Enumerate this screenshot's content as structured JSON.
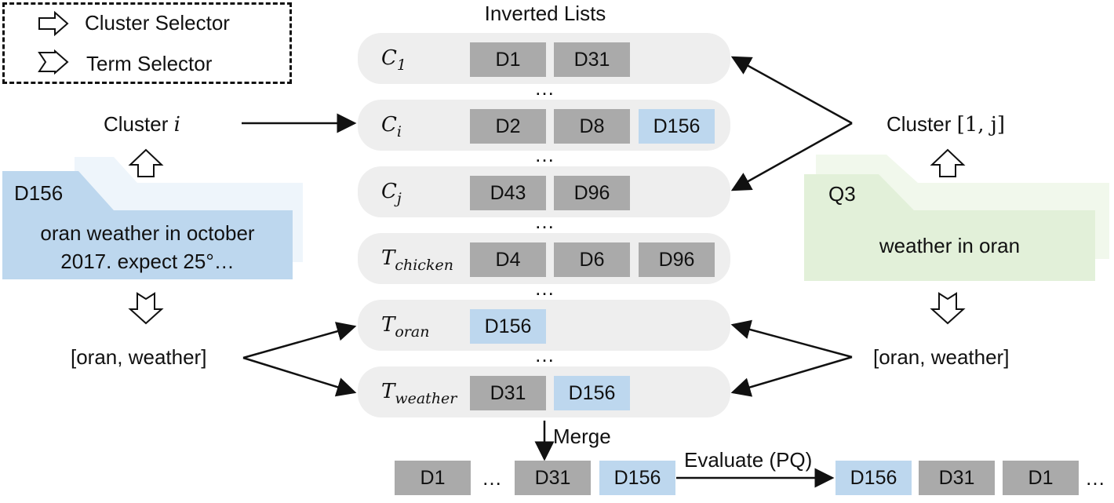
{
  "legend": {
    "cluster_selector": "Cluster Selector",
    "term_selector": "Term Selector"
  },
  "title": "Inverted Lists",
  "rows": [
    {
      "base": "C",
      "sub": "1",
      "cells": [
        {
          "label": "D1",
          "color": "#aaaaaa"
        },
        {
          "label": "D31",
          "color": "#aaaaaa"
        }
      ]
    },
    {
      "base": "C",
      "sub": "i",
      "cells": [
        {
          "label": "D2",
          "color": "#aaaaaa"
        },
        {
          "label": "D8",
          "color": "#aaaaaa"
        },
        {
          "label": "D156",
          "color": "#bdd7ee"
        }
      ]
    },
    {
      "base": "C",
      "sub": "j",
      "cells": [
        {
          "label": "D43",
          "color": "#aaaaaa"
        },
        {
          "label": "D96",
          "color": "#aaaaaa"
        }
      ]
    },
    {
      "base": "T",
      "sub": "chicken",
      "cells": [
        {
          "label": "D4",
          "color": "#aaaaaa"
        },
        {
          "label": "D6",
          "color": "#aaaaaa"
        },
        {
          "label": "D96",
          "color": "#aaaaaa"
        }
      ]
    },
    {
      "base": "T",
      "sub": "oran",
      "cells": [
        {
          "label": "D156",
          "color": "#bdd7ee"
        }
      ]
    },
    {
      "base": "T",
      "sub": "weather",
      "cells": [
        {
          "label": "D31",
          "color": "#aaaaaa"
        },
        {
          "label": "D156",
          "color": "#bdd7ee"
        }
      ]
    }
  ],
  "ellipsis": "…",
  "left": {
    "cluster_prefix": "Cluster ",
    "cluster_var": "i",
    "doc_id": "D156",
    "doc_text_1": "oran weather in october",
    "doc_text_2": "2017. expect 25°…",
    "terms": "[oran, weather]"
  },
  "right": {
    "cluster_prefix": "Cluster ",
    "cluster_range": "[1, j]",
    "query_id": "Q3",
    "query_text": "weather in oran",
    "terms": "[oran, weather]"
  },
  "merge_label": "Merge",
  "evaluate_label": "Evaluate (PQ)",
  "merged": [
    {
      "label": "D1",
      "color": "#aaaaaa"
    },
    {
      "label": "…",
      "color": "none"
    },
    {
      "label": "D31",
      "color": "#aaaaaa"
    },
    {
      "label": "D156",
      "color": "#bdd7ee"
    }
  ],
  "ranked": [
    {
      "label": "D156",
      "color": "#bdd7ee"
    },
    {
      "label": "D31",
      "color": "#aaaaaa"
    },
    {
      "label": "D1",
      "color": "#aaaaaa"
    },
    {
      "label": "…",
      "color": "none"
    }
  ],
  "colors": {
    "row_bg": "#eeeeee",
    "gray_cell": "#aaaaaa",
    "blue_cell": "#bdd7ee",
    "doc_blue": "#bdd7ee",
    "query_green": "#e2f0d9"
  }
}
